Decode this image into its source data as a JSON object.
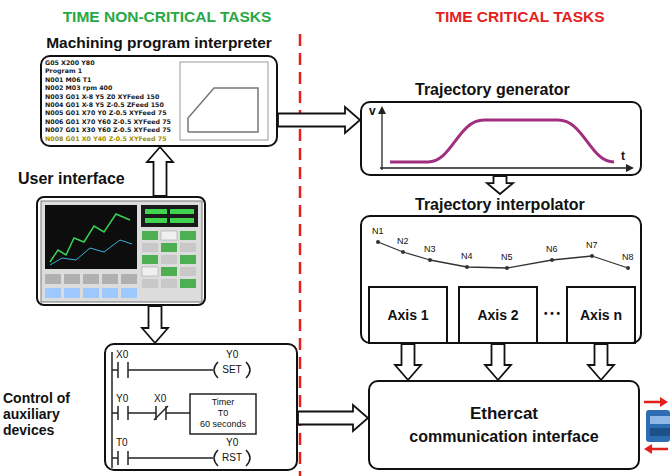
{
  "diagram": {
    "nodes": [
      {
        "text": [
          "Machining program interpreter"
        ]
      },
      {
        "text": [
          "User interface"
        ]
      },
      {
        "text": [
          "Control of auxiliary devices"
        ]
      },
      {
        "text": [
          "Trajectory generator"
        ]
      },
      {
        "text": [
          "Trajectory interpolator"
        ]
      },
      {
        "text": [
          "Axis 1"
        ],
        "in": 4
      },
      {
        "text": [
          "Axis 2"
        ],
        "in": 4
      },
      {
        "text": [
          "Axis n"
        ],
        "in": 4
      },
      {
        "text": [
          "Ethercat",
          "communication interface"
        ]
      }
    ],
    "edges": [
      {
        "from": 0,
        "to": 3,
        "arrow": "to"
      },
      {
        "from": 1,
        "to": 0,
        "arrow": "to"
      },
      {
        "from": 1,
        "to": 2,
        "arrow": "to"
      },
      {
        "from": 3,
        "to": 4,
        "arrow": "to"
      },
      {
        "from": 5,
        "to": 8,
        "arrow": "to"
      },
      {
        "from": 6,
        "to": 8,
        "arrow": "to"
      },
      {
        "from": 7,
        "to": 8,
        "arrow": "to"
      },
      {
        "from": 2,
        "to": 8,
        "arrow": "to"
      }
    ],
    "labels": [
      "TIME NON-CRITICAL TASKS",
      "TIME CRITICAL TASKS",
      "G05 X200 Y80",
      "Program 1",
      "N001 M06 T1",
      "N002 M03 rpm 400",
      "N003 G01 X-8 Y5 Z0 XYFeed 150",
      "N004 G01 X-8 Y5 Z-0.5 ZFeed 150",
      "N005 G01 X70 Y0 Z-0.5 XYFeed 75",
      "N006 G01 X70 Y60 Z-0.5 XYFeed 75",
      "N007 G01 X30 Y60 Z-0.5 XYFeed 75",
      "N008 G01 X0 Y40 Z-0.5 XYFeed 75",
      "X0",
      "Y0",
      "SET",
      "Y0",
      "X0",
      "Timer",
      "T0",
      "60 seconds",
      "T0",
      "Y0",
      "RST",
      "v",
      "t",
      "N1",
      "N2",
      "N3",
      "N4",
      "N5",
      "N6",
      "N7",
      "N8",
      "• • •"
    ]
  }
}
